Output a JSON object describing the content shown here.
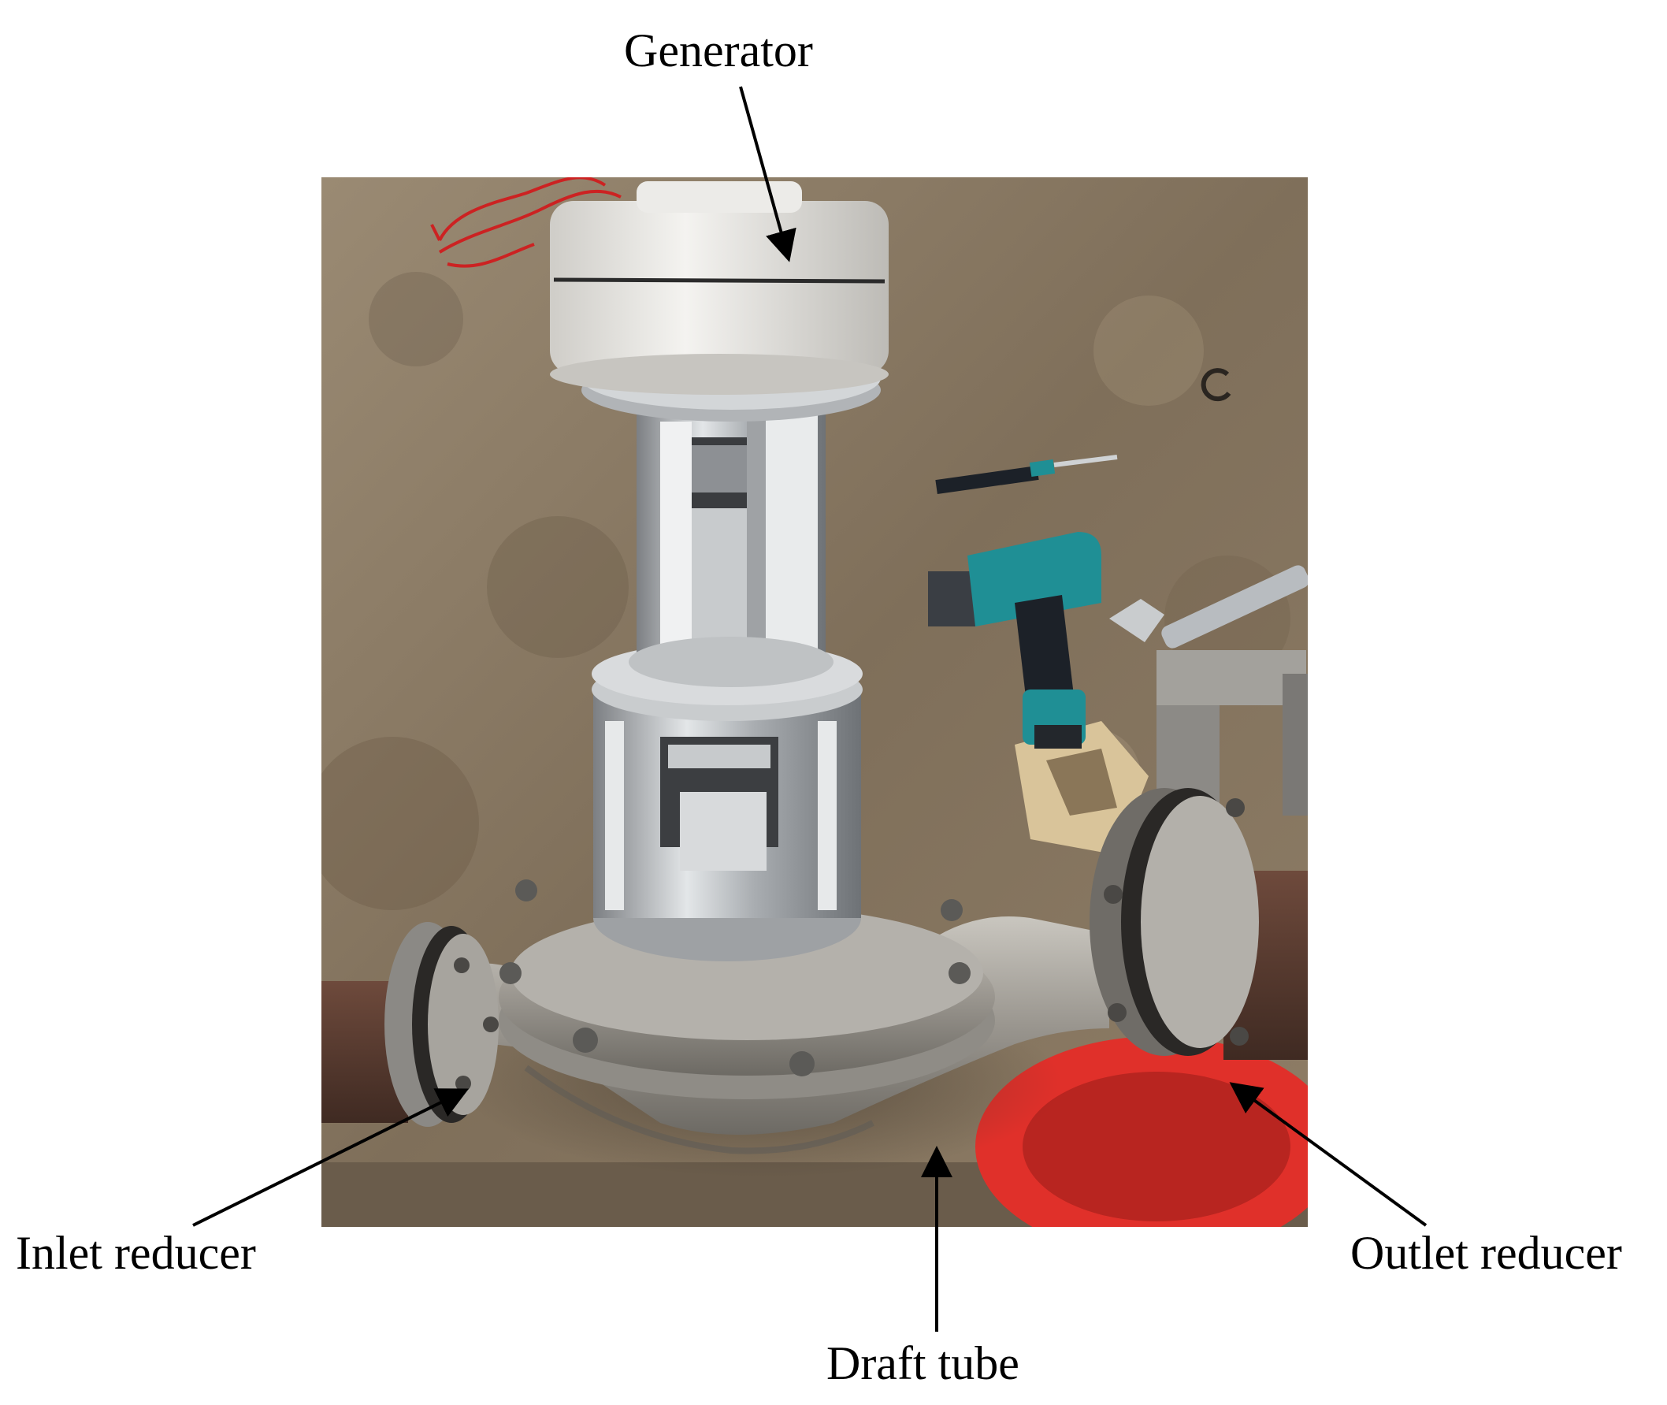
{
  "labels": {
    "generator": "Generator",
    "inlet_reducer": "Inlet reducer",
    "outlet_reducer": "Outlet reducer",
    "draft_tube": "Draft tube"
  },
  "colors": {
    "floor": "#8b7a64",
    "generator_housing": "#e6e4e0",
    "aluminum": "#b9bcbf",
    "stainless_steel": "#9d9a94",
    "drill_teal": "#1f8f95",
    "wire_red": "#cc2222",
    "hose_red": "#e0302a",
    "pipe_rust": "#5a3b30"
  }
}
